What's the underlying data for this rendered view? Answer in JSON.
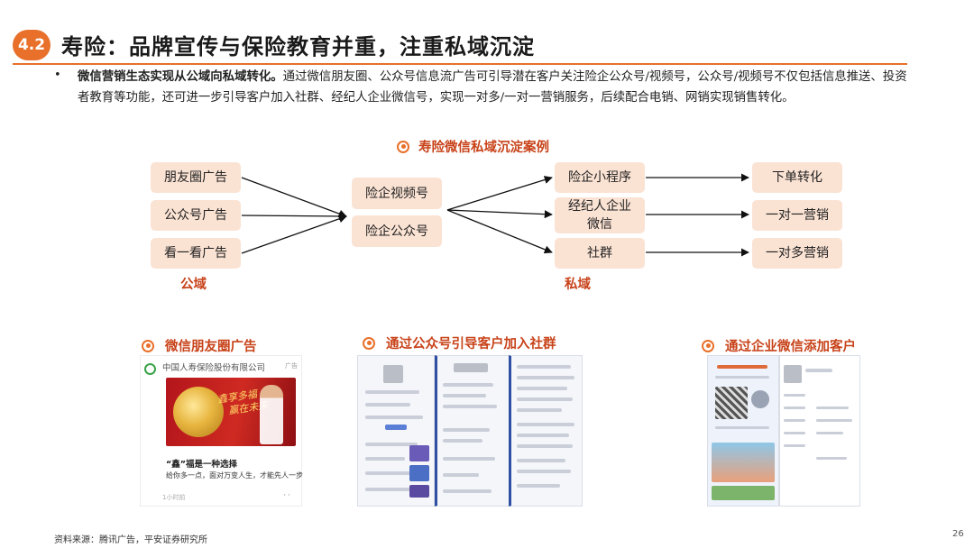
{
  "header": {
    "section_number": "4.2",
    "title": "寿险：品牌宣传与保险教育并重，注重私域沉淀"
  },
  "bullet": {
    "marker": "•",
    "bold": "微信营销生态实现从公域向私域转化。",
    "text": "通过微信朋友圈、公众号信息流广告可引导潜在客户关注险企公众号/视频号，公众号/视频号不仅包括信息推送、投资者教育等功能，还可进一步引导客户加入社群、经纪人企业微信号，实现一对多/一对一营销服务，后续配合电销、网销实现销售转化。"
  },
  "diagram": {
    "title": "寿险微信私域沉淀案例",
    "public_sources": [
      "朋友圈广告",
      "公众号广告",
      "看一看广告"
    ],
    "accounts": [
      "险企视频号",
      "险企公众号"
    ],
    "private_channels": [
      "险企小程序",
      "经纪人企业\n微信",
      "社群"
    ],
    "outcomes": [
      "下单转化",
      "一对一营销",
      "一对多营销"
    ],
    "public_label": "公域",
    "private_label": "私域",
    "accent_color": "#e8702a",
    "node_fill": "#fbe3d4"
  },
  "panels": {
    "moments_ad": {
      "title": "微信朋友圈广告",
      "company": "中国人寿保险股份有限公司",
      "tag": "广告",
      "headline": "“鑫”福是一种选择",
      "subline": "给你多一点，面对万变人生，才能先人一步",
      "time": "1小时前",
      "more": "··"
    },
    "official_account": {
      "title": "通过公众号引导客户加入社群"
    },
    "wecom": {
      "title": "通过企业微信添加客户"
    }
  },
  "footer": {
    "source": "资料来源：腾讯广告，平安证券研究所",
    "page": "26"
  }
}
